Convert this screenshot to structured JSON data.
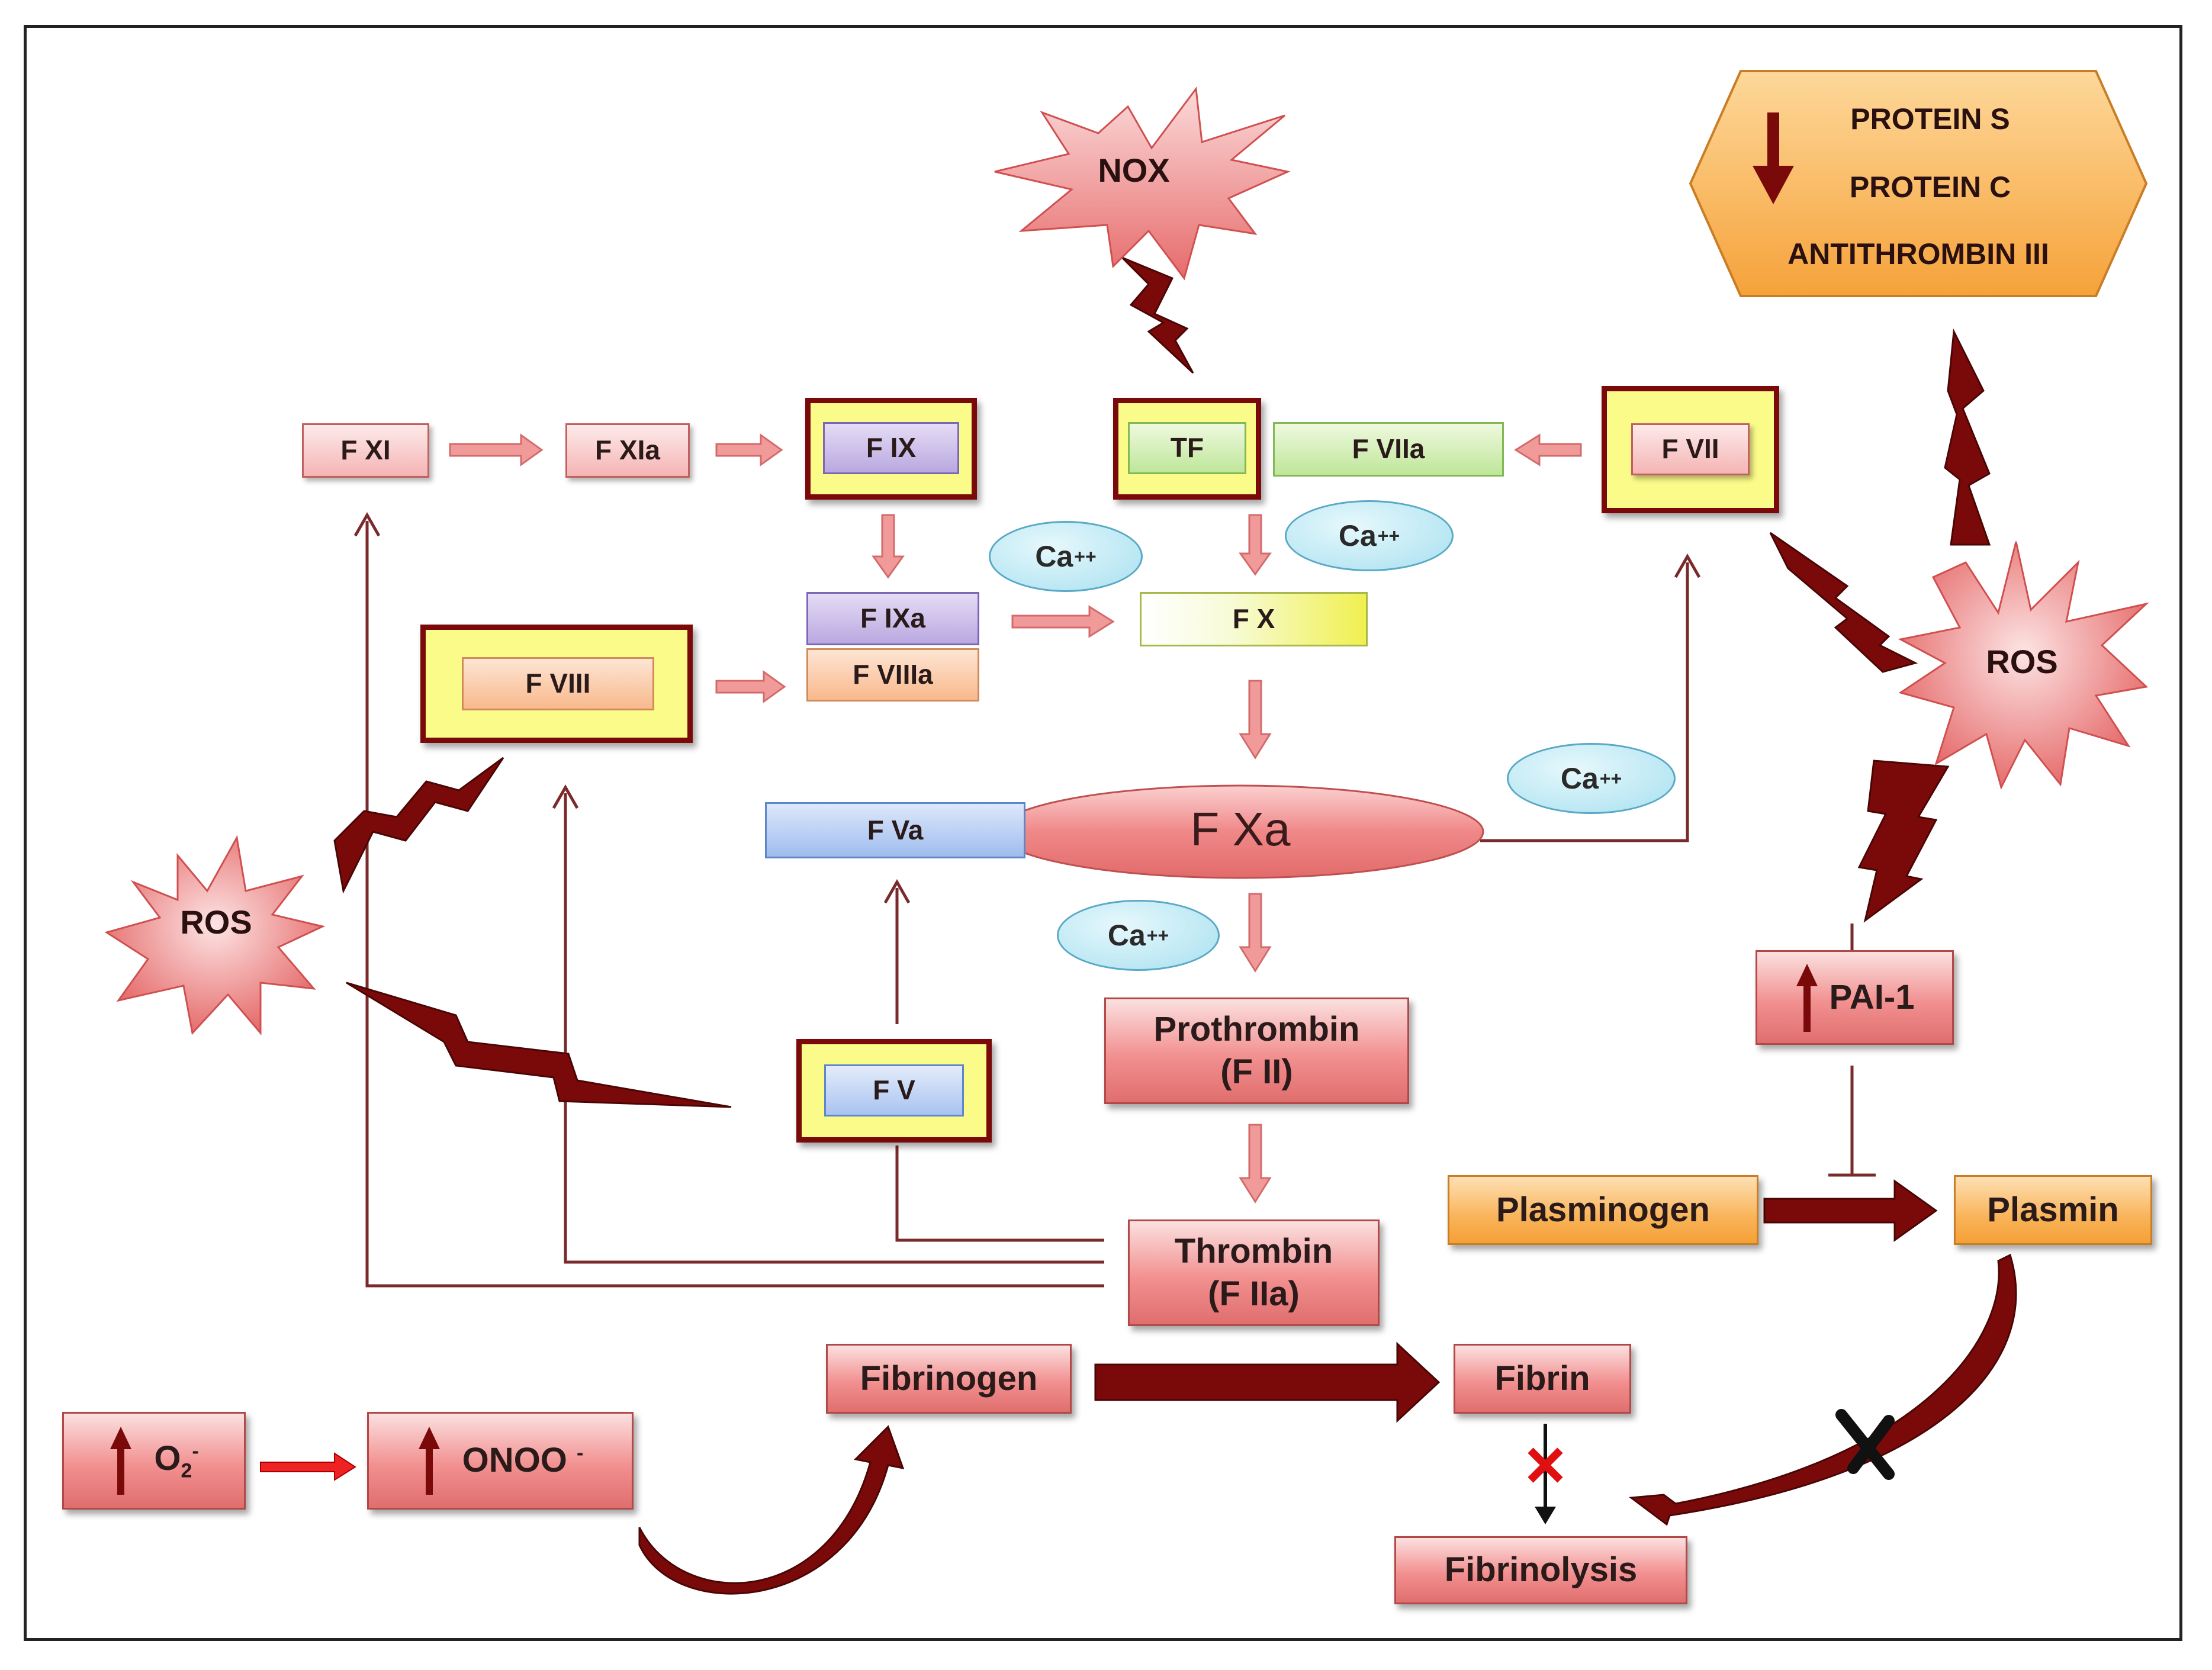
{
  "boxes": {
    "fxi": "F XI",
    "fxia": "F XIa",
    "fix": "F IX",
    "tf": "TF",
    "fviia": "F VIIa",
    "fvii": "F VII",
    "fixa": "F IXa",
    "fviiia": "F VIIIa",
    "fx": "F X",
    "fviii": "F VIII",
    "fva": "F Va",
    "fxa": "F Xa",
    "fv": "F V",
    "prothrombin_line1": "Prothrombin",
    "prothrombin_line2": "(F II)",
    "thrombin_line1": "Thrombin",
    "thrombin_line2": "(F IIa)",
    "fibrinogen": "Fibrinogen",
    "fibrin": "Fibrin",
    "fibrinolysis": "Fibrinolysis",
    "plasminogen": "Plasminogen",
    "plasmin": "Plasmin",
    "pai1": "PAI-1",
    "o2": "O",
    "o2_sub": "2",
    "o2_sup": "-",
    "onoo": "ONOO",
    "onoo_sup": "-"
  },
  "calcium": {
    "base": "Ca",
    "charge": "++"
  },
  "bursts": {
    "nox": "NOX",
    "ros_left": "ROS",
    "ros_right": "ROS"
  },
  "hexagon": {
    "line1": "PROTEIN S",
    "line2": "PROTEIN C",
    "line3": "ANTITHROMBIN III"
  },
  "colors": {
    "dark_red": "#7a0a0a",
    "arrow_pink": "#e07070",
    "line_brown": "#7a2a2a"
  }
}
